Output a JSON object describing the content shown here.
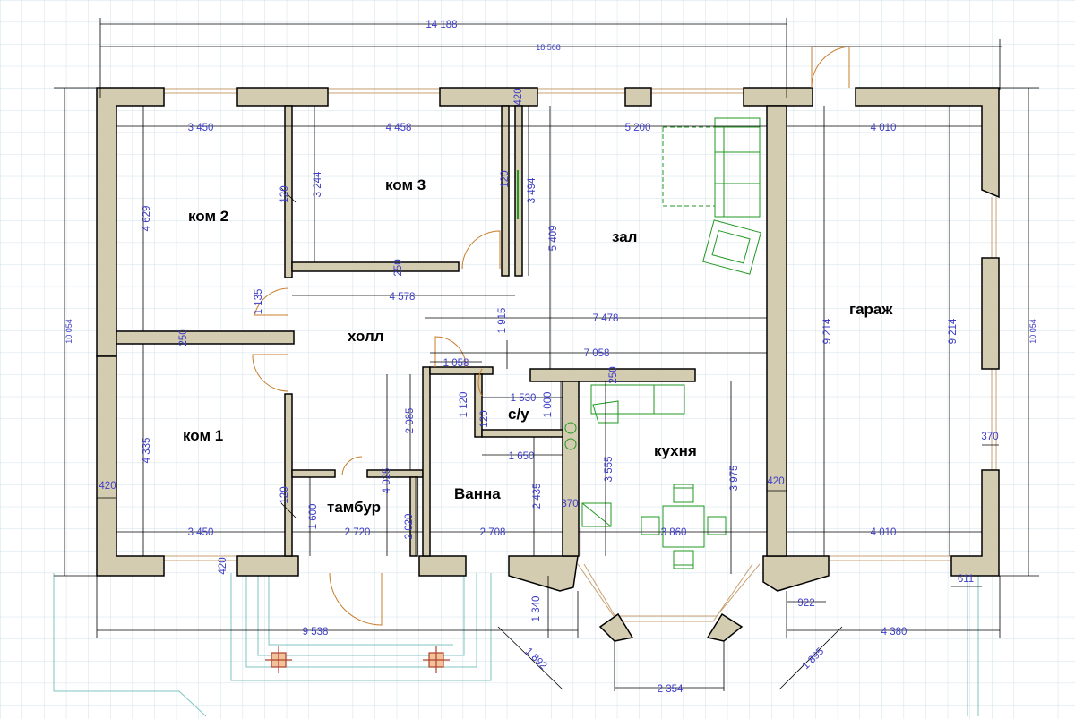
{
  "colors": {
    "wall_fill": "#d4ccb0",
    "wall_stroke": "#000000",
    "dimension": "#3d3dc8",
    "furniture": "#229922",
    "grid": "#cfe0ea",
    "door": "#c87c2a",
    "porch": "#7fc3c0"
  },
  "rooms": {
    "kom2": "ком 2",
    "kom3": "ком 3",
    "zal": "зал",
    "garazh": "гараж",
    "holl": "холл",
    "kom1": "ком 1",
    "su": "с/у",
    "kuhnya": "кухня",
    "vanna": "Ванна",
    "tambur": "тамбур"
  },
  "dimensions": {
    "total_14188": "14 188",
    "total_18568": "18 568",
    "kom2_w_top": "3 450",
    "kom3_w_top": "4 458",
    "zal_w_top": "5 200",
    "garage_w_top": "4 010",
    "left_height_10054": "10 054",
    "right_height_10054": "10 054",
    "kom2_h_4629": "4 629",
    "kom3_h_3244": "3 244",
    "wall_120_a": "120",
    "wall_120_b": "120",
    "wall_120_c": "120",
    "wall_120_d": "120",
    "wall_420_top": "420",
    "zal_3494": "3 494",
    "zal_5409": "5 409",
    "wall_250_a": "250",
    "wall_250_b": "250",
    "wall_250_c": "250",
    "holl_4578": "4 578",
    "door_1135": "1 135",
    "d_1915": "1 915",
    "d_7478": "7 478",
    "d_7058": "7 058",
    "d_1058": "1 058",
    "su_1530": "1 530",
    "su_1120": "1 120",
    "su_1000": "1 000",
    "d_2085": "2 085",
    "d_1650": "1 650",
    "d_4025": "4 025",
    "d_3555": "3 555",
    "d_3975": "3 975",
    "d_2435": "2 435",
    "d_370_kitchen": "370",
    "d_370_garage": "370",
    "kom1_h_4335": "4 335",
    "garage_h_9214_a": "9 214",
    "garage_h_9214_b": "9 214",
    "wall_420_left": "420",
    "wall_420_right": "420",
    "d_1600": "1 600",
    "d_2020": "2 020",
    "kom1_w_bottom": "3 450",
    "tambur_w_bottom": "2 720",
    "vanna_w_bottom": "2 708",
    "kuhnya_w_bottom": "3 860",
    "garage_w_bottom": "4 010",
    "wall_420_bottom": "420",
    "d_1340": "1 340",
    "d_9538": "9 538",
    "d_1892": "1 892",
    "d_2354": "2 354",
    "d_1895": "1 895",
    "d_922": "922",
    "d_4380": "4 380",
    "d_611": "611"
  }
}
